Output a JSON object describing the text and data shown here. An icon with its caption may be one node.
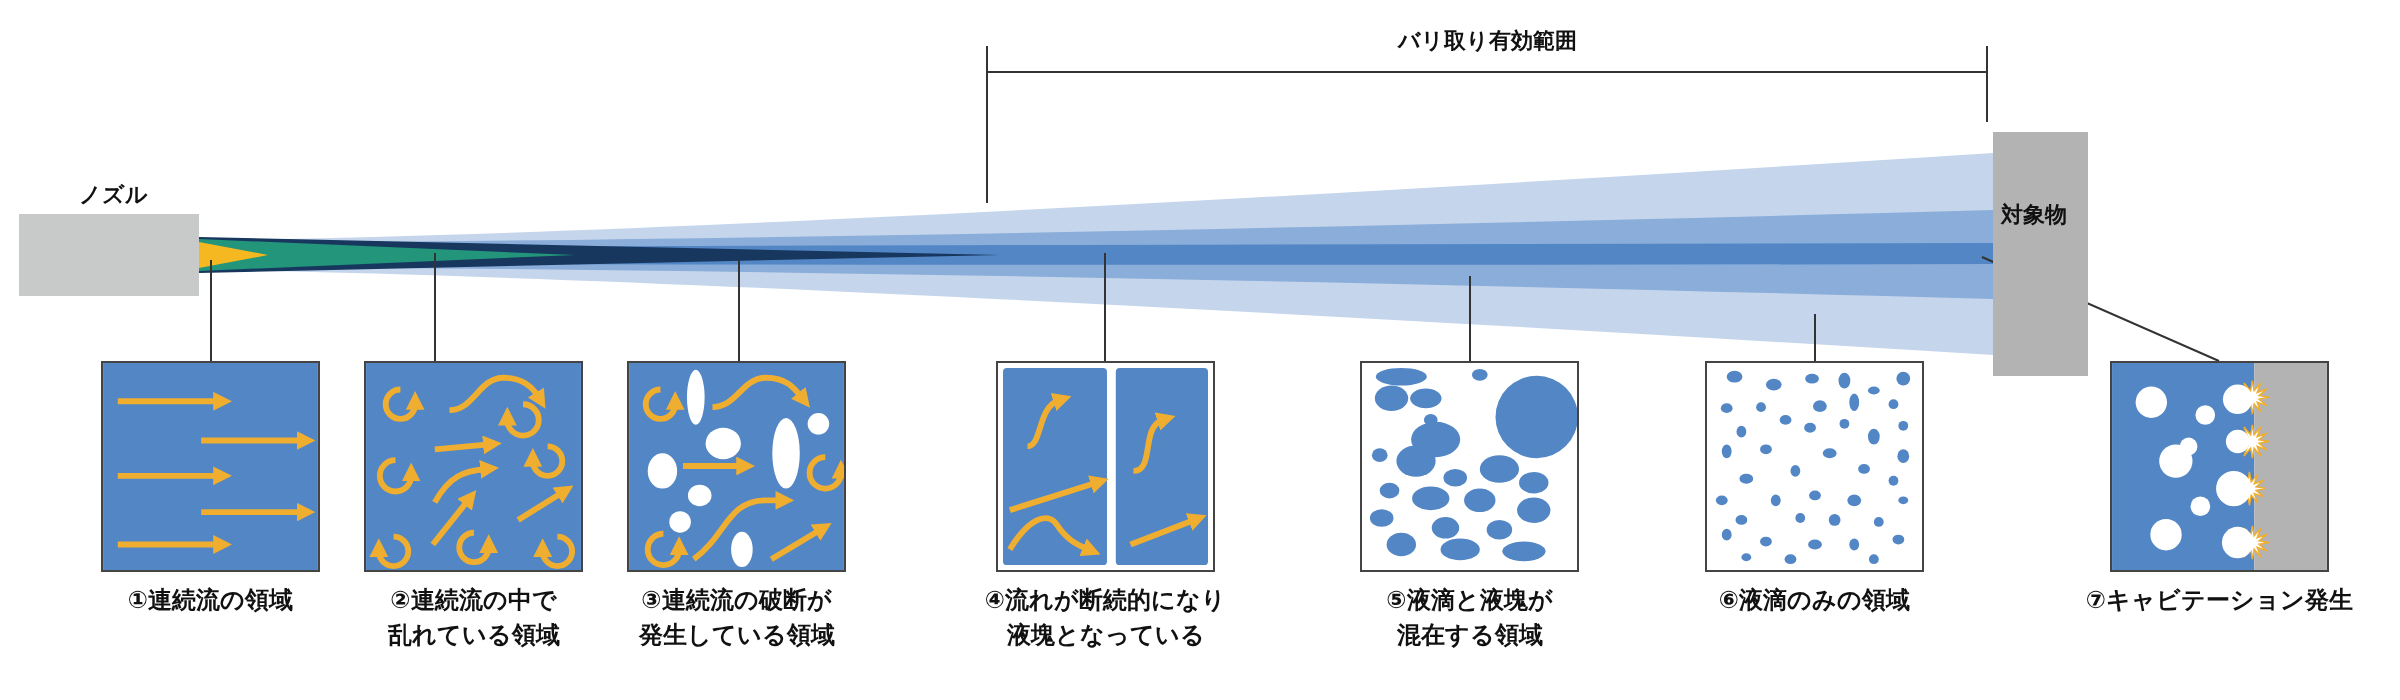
{
  "diagram": {
    "nodes": [
      {
        "text": [
          "ノズル"
        ]
      },
      {
        "text": [],
        "shape": "picture"
      },
      {
        "text": [
          "対象物"
        ]
      },
      {
        "text": [
          "①連続流の領域"
        ]
      },
      {
        "text": [
          "②連続流の中で乱れている領域"
        ]
      },
      {
        "text": [
          "③連続流の破断が発生している領域"
        ]
      },
      {
        "text": [
          "④流れが断続的になり液塊となっている"
        ]
      },
      {
        "text": [
          "⑤液滴と液塊が混在する領域"
        ]
      },
      {
        "text": [
          "⑥液滴のみの領域"
        ]
      },
      {
        "text": [
          "⑦キャビテーション発生"
        ]
      }
    ],
    "edges": [
      {
        "from": 3,
        "to": 1,
        "arrow": "none"
      },
      {
        "from": 4,
        "to": 1,
        "arrow": "none"
      },
      {
        "from": 5,
        "to": 1,
        "arrow": "none"
      },
      {
        "from": 6,
        "to": 1,
        "arrow": "none"
      },
      {
        "from": 7,
        "to": 1,
        "arrow": "none"
      },
      {
        "from": 8,
        "to": 1,
        "arrow": "none"
      },
      {
        "from": 9,
        "to": 1,
        "arrow": "none"
      }
    ],
    "labels": [
      "バリ取り有効範囲"
    ]
  }
}
